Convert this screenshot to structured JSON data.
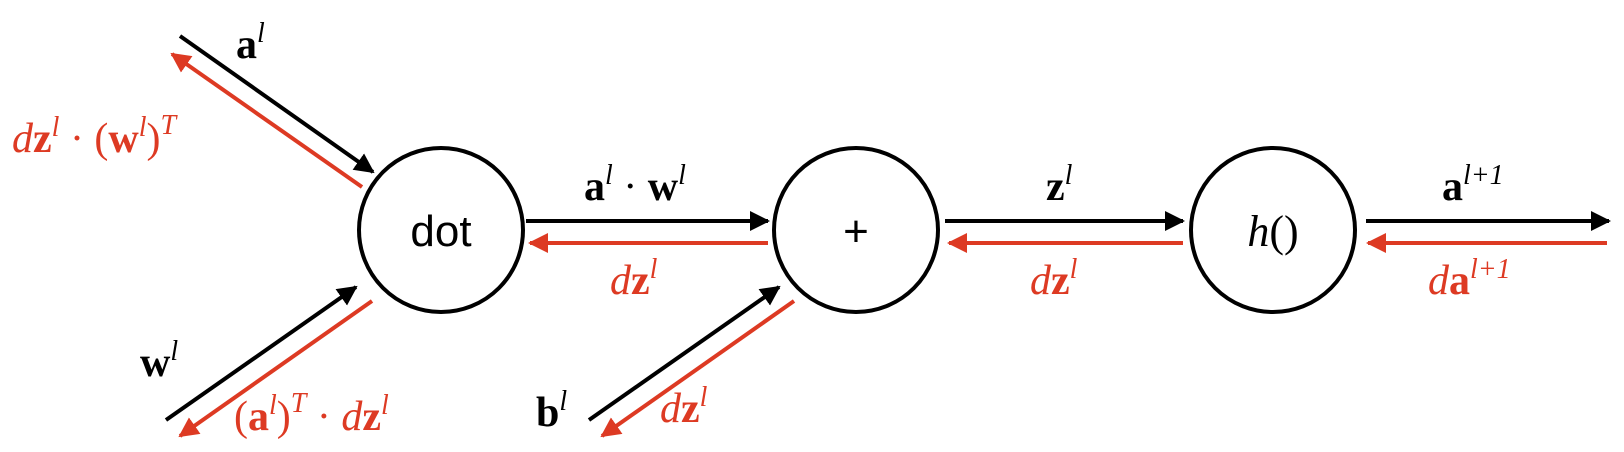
{
  "colors": {
    "forward": "#000000",
    "backward": "#dd3a23"
  },
  "nodes": {
    "dot": {
      "label": "dot"
    },
    "plus": {
      "label": "+"
    },
    "h": {
      "fn": "h",
      "parens": "()"
    }
  },
  "labels": {
    "a_l": {
      "base": "a",
      "sup": "l"
    },
    "w_l": {
      "base": "w",
      "sup": "l"
    },
    "b_l": {
      "base": "b",
      "sup": "l"
    },
    "aw": {
      "a": "a",
      "sup1": "l",
      "op": " · ",
      "w": "w",
      "sup2": "l"
    },
    "z_l": {
      "base": "z",
      "sup": "l"
    },
    "a_l1": {
      "base": "a",
      "sup": "l+1"
    },
    "grad_w_in": {
      "d": "d",
      "z": "z",
      "sup1": "l",
      "op": " · (",
      "w": "w",
      "sup2": "l",
      "close": ")",
      "supT": "T"
    },
    "grad_a_in": {
      "open": "(",
      "a": "a",
      "sup1": "l",
      "close": ")",
      "supT": "T",
      "op": " · ",
      "d": "d",
      "z": "z",
      "sup2": "l"
    },
    "dz_1": {
      "d": "d",
      "z": "z",
      "sup": "l"
    },
    "dz_2": {
      "d": "d",
      "z": "z",
      "sup": "l"
    },
    "dz_3": {
      "d": "d",
      "z": "z",
      "sup": "l"
    },
    "da_l1": {
      "d": "d",
      "a": "a",
      "sup": "l+1"
    }
  }
}
